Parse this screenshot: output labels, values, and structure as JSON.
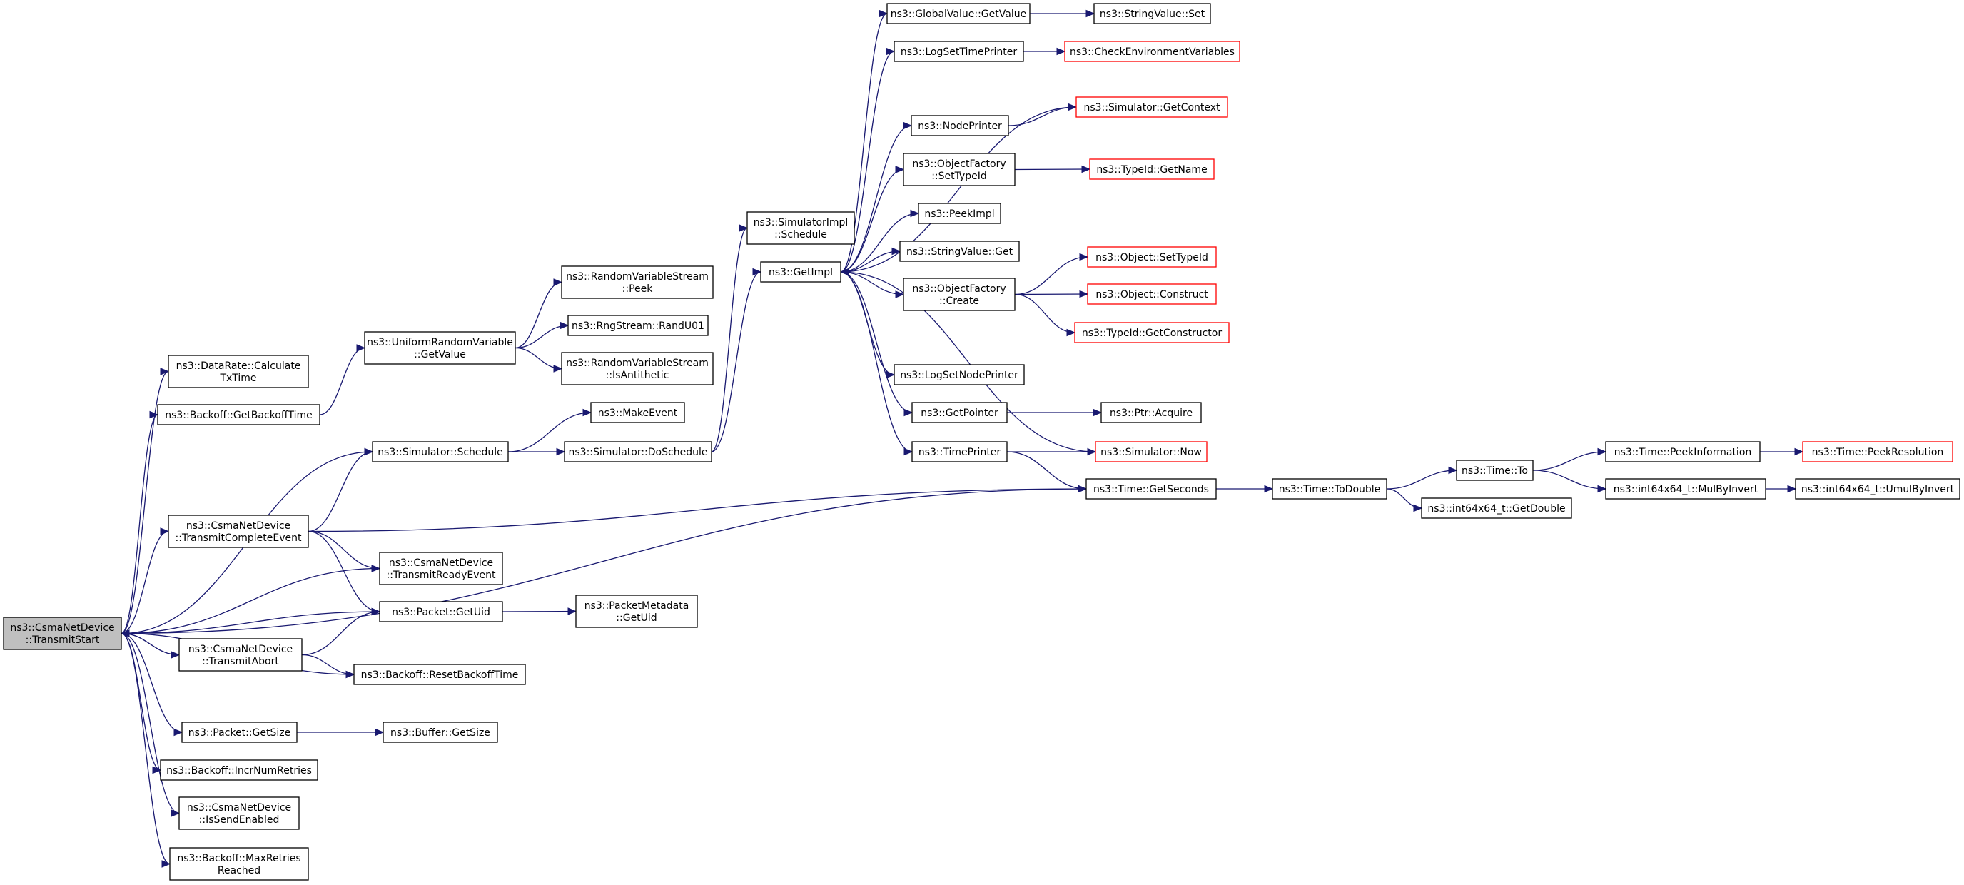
{
  "nodes": [
    {
      "id": "root",
      "lines": [
        "ns3::CsmaNetDevice",
        "::TransmitStart"
      ],
      "style": "root",
      "icon": "none"
    },
    {
      "id": "calc",
      "lines": [
        "ns3::DataRate::Calculate",
        "TxTime"
      ],
      "style": "normal"
    },
    {
      "id": "backofftime",
      "lines": [
        "ns3::Backoff::GetBackoffTime"
      ],
      "style": "normal"
    },
    {
      "id": "schedule",
      "lines": [
        "ns3::Simulator::Schedule"
      ],
      "style": "normal"
    },
    {
      "id": "tce",
      "lines": [
        "ns3::CsmaNetDevice",
        "::TransmitCompleteEvent"
      ],
      "style": "normal"
    },
    {
      "id": "tre",
      "lines": [
        "ns3::CsmaNetDevice",
        "::TransmitReadyEvent"
      ],
      "style": "normal"
    },
    {
      "id": "getuid",
      "lines": [
        "ns3::Packet::GetUid"
      ],
      "style": "normal"
    },
    {
      "id": "abort",
      "lines": [
        "ns3::CsmaNetDevice",
        "::TransmitAbort"
      ],
      "style": "normal"
    },
    {
      "id": "reset",
      "lines": [
        "ns3::Backoff::ResetBackoffTime"
      ],
      "style": "normal"
    },
    {
      "id": "getsize",
      "lines": [
        "ns3::Packet::GetSize"
      ],
      "style": "normal"
    },
    {
      "id": "incr",
      "lines": [
        "ns3::Backoff::IncrNumRetries"
      ],
      "style": "normal"
    },
    {
      "id": "sendenabled",
      "lines": [
        "ns3::CsmaNetDevice",
        "::IsSendEnabled"
      ],
      "style": "normal"
    },
    {
      "id": "maxretries",
      "lines": [
        "ns3::Backoff::MaxRetries",
        "Reached"
      ],
      "style": "normal"
    },
    {
      "id": "urv",
      "lines": [
        "ns3::UniformRandomVariable",
        "::GetValue"
      ],
      "style": "normal"
    },
    {
      "id": "rvspeek",
      "lines": [
        "ns3::RandomVariableStream",
        "::Peek"
      ],
      "style": "normal"
    },
    {
      "id": "randu01",
      "lines": [
        "ns3::RngStream::RandU01"
      ],
      "style": "normal"
    },
    {
      "id": "antithetic",
      "lines": [
        "ns3::RandomVariableStream",
        "::IsAntithetic"
      ],
      "style": "normal"
    },
    {
      "id": "makeevent",
      "lines": [
        "ns3::MakeEvent"
      ],
      "style": "normal"
    },
    {
      "id": "doschedule",
      "lines": [
        "ns3::Simulator::DoSchedule"
      ],
      "style": "normal"
    },
    {
      "id": "pmuid",
      "lines": [
        "ns3::PacketMetadata",
        "::GetUid"
      ],
      "style": "normal"
    },
    {
      "id": "buffersize",
      "lines": [
        "ns3::Buffer::GetSize"
      ],
      "style": "normal"
    },
    {
      "id": "simimpl",
      "lines": [
        "ns3::SimulatorImpl",
        "::Schedule"
      ],
      "style": "normal"
    },
    {
      "id": "getimpl",
      "lines": [
        "ns3::GetImpl"
      ],
      "style": "normal"
    },
    {
      "id": "gvget",
      "lines": [
        "ns3::GlobalValue::GetValue"
      ],
      "style": "normal"
    },
    {
      "id": "svset",
      "lines": [
        "ns3::StringValue::Set"
      ],
      "style": "normal"
    },
    {
      "id": "logtime",
      "lines": [
        "ns3::LogSetTimePrinter"
      ],
      "style": "normal"
    },
    {
      "id": "checkenv",
      "lines": [
        "ns3::CheckEnvironmentVariables"
      ],
      "style": "trunc"
    },
    {
      "id": "getcontext",
      "lines": [
        "ns3::Simulator::GetContext"
      ],
      "style": "trunc"
    },
    {
      "id": "nodeprinter",
      "lines": [
        "ns3::NodePrinter"
      ],
      "style": "normal"
    },
    {
      "id": "ofsettype",
      "lines": [
        "ns3::ObjectFactory",
        "::SetTypeId"
      ],
      "style": "normal"
    },
    {
      "id": "typename",
      "lines": [
        "ns3::TypeId::GetName"
      ],
      "style": "trunc"
    },
    {
      "id": "peekimpl",
      "lines": [
        "ns3::PeekImpl"
      ],
      "style": "normal"
    },
    {
      "id": "svget",
      "lines": [
        "ns3::StringValue::Get"
      ],
      "style": "normal"
    },
    {
      "id": "ofcreate",
      "lines": [
        "ns3::ObjectFactory",
        "::Create"
      ],
      "style": "normal"
    },
    {
      "id": "objsettype",
      "lines": [
        "ns3::Object::SetTypeId"
      ],
      "style": "trunc"
    },
    {
      "id": "objconstruct",
      "lines": [
        "ns3::Object::Construct"
      ],
      "style": "trunc"
    },
    {
      "id": "getctor",
      "lines": [
        "ns3::TypeId::GetConstructor"
      ],
      "style": "trunc"
    },
    {
      "id": "lognode",
      "lines": [
        "ns3::LogSetNodePrinter"
      ],
      "style": "normal"
    },
    {
      "id": "getpointer",
      "lines": [
        "ns3::GetPointer"
      ],
      "style": "normal"
    },
    {
      "id": "ptracquire",
      "lines": [
        "ns3::Ptr::Acquire"
      ],
      "style": "normal"
    },
    {
      "id": "timeprinter",
      "lines": [
        "ns3::TimePrinter"
      ],
      "style": "normal"
    },
    {
      "id": "simnow",
      "lines": [
        "ns3::Simulator::Now"
      ],
      "style": "trunc"
    },
    {
      "id": "getseconds",
      "lines": [
        "ns3::Time::GetSeconds"
      ],
      "style": "normal"
    },
    {
      "id": "todouble",
      "lines": [
        "ns3::Time::ToDouble"
      ],
      "style": "normal"
    },
    {
      "id": "timeto",
      "lines": [
        "ns3::Time::To"
      ],
      "style": "normal"
    },
    {
      "id": "intgetdouble",
      "lines": [
        "ns3::int64x64_t::GetDouble"
      ],
      "style": "normal"
    },
    {
      "id": "peekinfo",
      "lines": [
        "ns3::Time::PeekInformation"
      ],
      "style": "normal"
    },
    {
      "id": "peekres",
      "lines": [
        "ns3::Time::PeekResolution"
      ],
      "style": "trunc"
    },
    {
      "id": "mulbyinv",
      "lines": [
        "ns3::int64x64_t::MulByInvert"
      ],
      "style": "normal"
    },
    {
      "id": "umulbyinv",
      "lines": [
        "ns3::int64x64_t::UmulByInvert"
      ],
      "style": "normal"
    }
  ],
  "edges": [
    [
      "root",
      "calc"
    ],
    [
      "root",
      "backofftime"
    ],
    [
      "root",
      "schedule"
    ],
    [
      "root",
      "getseconds"
    ],
    [
      "root",
      "tce"
    ],
    [
      "root",
      "getuid"
    ],
    [
      "root",
      "abort"
    ],
    [
      "root",
      "reset"
    ],
    [
      "root",
      "getsize"
    ],
    [
      "root",
      "incr"
    ],
    [
      "root",
      "sendenabled"
    ],
    [
      "root",
      "maxretries"
    ],
    [
      "backofftime",
      "urv"
    ],
    [
      "urv",
      "rvspeek"
    ],
    [
      "urv",
      "randu01"
    ],
    [
      "urv",
      "antithetic"
    ],
    [
      "schedule",
      "makeevent"
    ],
    [
      "schedule",
      "doschedule"
    ],
    [
      "doschedule",
      "simimpl"
    ],
    [
      "doschedule",
      "getimpl"
    ],
    [
      "tce",
      "schedule"
    ],
    [
      "tce",
      "getseconds"
    ],
    [
      "tce",
      "tre"
    ],
    [
      "tce",
      "getuid"
    ],
    [
      "tre",
      "root"
    ],
    [
      "abort",
      "root"
    ],
    [
      "abort",
      "getuid"
    ],
    [
      "abort",
      "reset"
    ],
    [
      "getuid",
      "pmuid"
    ],
    [
      "getsize",
      "buffersize"
    ],
    [
      "getimpl",
      "gvget"
    ],
    [
      "getimpl",
      "logtime"
    ],
    [
      "getimpl",
      "nodeprinter"
    ],
    [
      "getimpl",
      "ofsettype"
    ],
    [
      "getimpl",
      "peekimpl"
    ],
    [
      "getimpl",
      "svget"
    ],
    [
      "getimpl",
      "ofcreate"
    ],
    [
      "getimpl",
      "lognode"
    ],
    [
      "getimpl",
      "getpointer"
    ],
    [
      "getimpl",
      "timeprinter"
    ],
    [
      "gvget",
      "svset"
    ],
    [
      "logtime",
      "checkenv"
    ],
    [
      "getcontext",
      "getimpl"
    ],
    [
      "nodeprinter",
      "getcontext"
    ],
    [
      "ofsettype",
      "typename"
    ],
    [
      "ofcreate",
      "objsettype"
    ],
    [
      "ofcreate",
      "objconstruct"
    ],
    [
      "ofcreate",
      "getctor"
    ],
    [
      "getpointer",
      "ptracquire"
    ],
    [
      "simnow",
      "getimpl"
    ],
    [
      "timeprinter",
      "simnow"
    ],
    [
      "timeprinter",
      "getseconds"
    ],
    [
      "getseconds",
      "todouble"
    ],
    [
      "todouble",
      "timeto"
    ],
    [
      "todouble",
      "intgetdouble"
    ],
    [
      "timeto",
      "peekinfo"
    ],
    [
      "timeto",
      "mulbyinv"
    ],
    [
      "peekinfo",
      "peekres"
    ],
    [
      "mulbyinv",
      "umulbyinv"
    ]
  ],
  "colors": {
    "edge": "#191970",
    "truncated_border": "#ff0000",
    "root_fill": "#bfbfbf"
  }
}
